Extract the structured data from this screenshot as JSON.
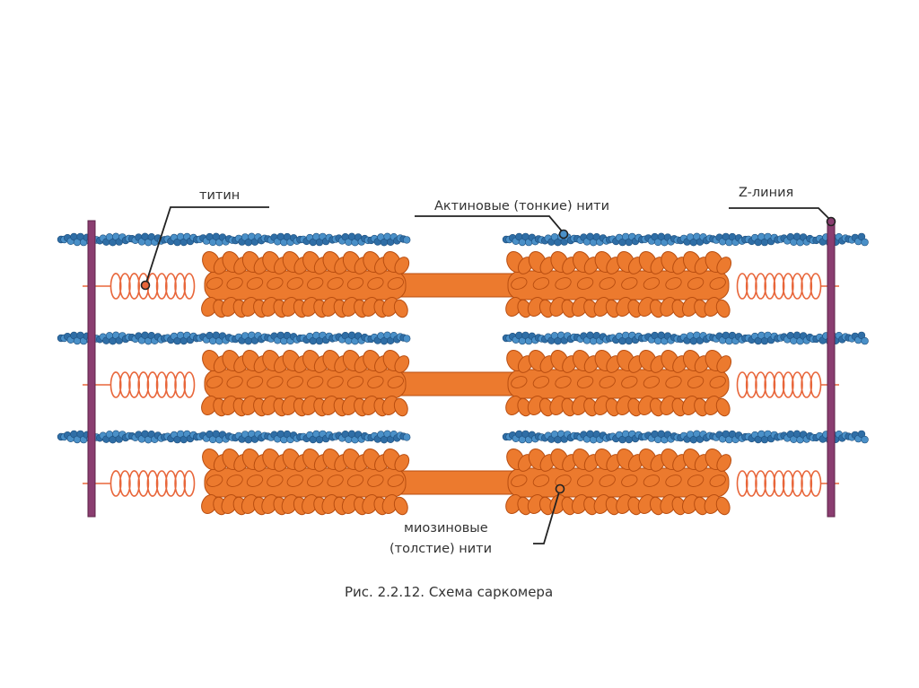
{
  "labels": {
    "titin": "титин",
    "actin": "Актиновые (тонкие) нити",
    "z_line": "Z-линия",
    "myosin_line1": "миозиновые",
    "myosin_line2": "(толстие) нити"
  },
  "caption": "Рис. 2.2.12. Схема саркомера",
  "colors": {
    "actin": "#2f6ea6",
    "actin_light": "#4a90c8",
    "myosin": "#ec7a2e",
    "myosin_dark": "#b84d10",
    "titin": "#e8663a",
    "z_line": "#8a3d70",
    "leader": "#222222"
  },
  "rows": 3
}
